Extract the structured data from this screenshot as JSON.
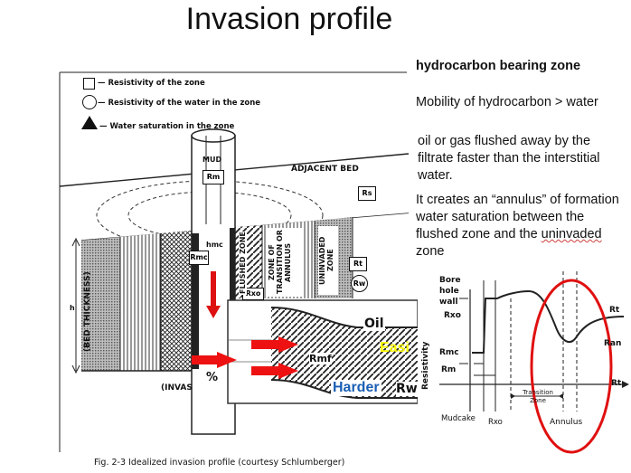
{
  "title": "Invasion profile",
  "right_text": {
    "heading": "hydrocarbon bearing zone",
    "line1": "Mobility of hydrocarbon > water",
    "line2": "oil or gas flushed away by the filtrate faster than the interstitial water.",
    "line3_pre": "It creates an “annulus” of formation water saturation between the flushed zone and the ",
    "line3_wavy": "uninvaded",
    "line3_post": " zone"
  },
  "legend": {
    "square": "Resistivity of the zone",
    "circle": "Resistivity of the water in the zone",
    "triangle": "Water saturation in the zone"
  },
  "figure": {
    "mud": "MUD",
    "rm": "Rm",
    "adjacent_bed": "ADJACENT BED",
    "rs": "Rs",
    "hmc": "hmc",
    "rmc": "Rmc",
    "rxo": "Rxo",
    "rt": "Rt",
    "rw": "Rw",
    "h": "h",
    "bed_thickness": "(BED THICKNESS)",
    "flushed_zone": "FLUSHED ZONE",
    "transition_zone": "ZONE OF TRANSITION OR ANNULUS",
    "uninvaded_zone": "UNINVADED ZONE",
    "invasion": "(INVAS",
    "pct": "%",
    "caption": "Fig. 2-3 Idealized invasion profile (courtesy Schlumberger)"
  },
  "inset": {
    "oil": "Oil",
    "rmf": "Rmf",
    "rw": "Rw",
    "easier": "Easi",
    "harder": "Harder"
  },
  "profile": {
    "borehole_wall": "Bore hole wall",
    "rxo": "Rxo",
    "rmc": "Rmc",
    "rm": "Rm",
    "rt_top": "Rt",
    "ran": "Ran",
    "rt_axis": "Rt",
    "resistivity": "Resistivity",
    "transition_zone": "Transition Zone",
    "mudcake": "Mudcake",
    "rxo_bottom": "Rxo",
    "annulus": "Annulus"
  }
}
